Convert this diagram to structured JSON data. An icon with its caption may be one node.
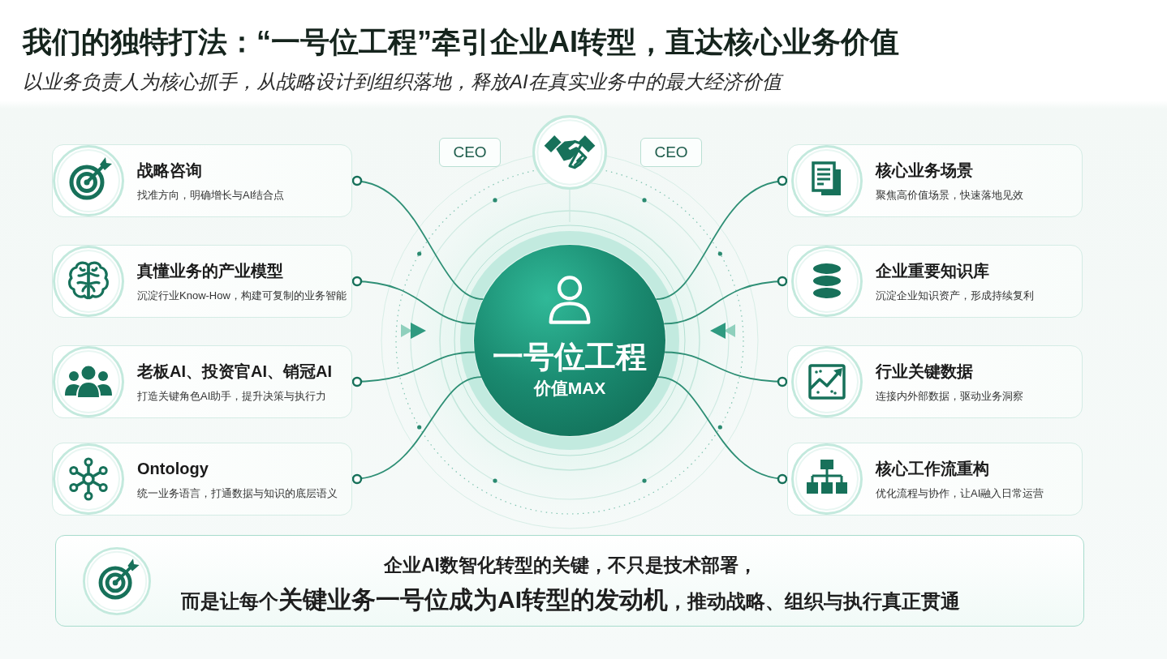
{
  "diagram": {
    "title": "我们的独特打法：“一号位工程”牵引企业AI转型，直达核心业务价值",
    "nodes": [
      {
        "text": [
          "CEO"
        ]
      },
      {
        "text": [
          "CEO"
        ]
      },
      {
        "text": [
          "战略咨询",
          "找准方向，明确增长与AI结合点"
        ]
      },
      {
        "text": [
          "真懂业务的产业模型",
          "沉淀行业Know-How，构建可复制的业务智能"
        ]
      },
      {
        "text": [
          "老板AI、投资官AI、销冠AI",
          "打造关键角色AI助手，提升决策与执行力"
        ]
      },
      {
        "text": [
          "Ontology",
          "统一业务语言，打通数据与知识的底层语义"
        ]
      },
      {
        "text": [
          "一号位工程",
          "价值MAX"
        ]
      },
      {
        "text": [
          "核心业务场景",
          "聚焦高价值场景，快速落地见效"
        ]
      },
      {
        "text": [
          "企业重要知识库",
          "沉淀企业知识资产，形成持续复利"
        ]
      },
      {
        "text": [
          "行业关键数据",
          "连接内外部数据，驱动业务洞察"
        ]
      },
      {
        "text": [
          "核心工作流重构",
          "优化流程与协作，让AI融入日常运营"
        ]
      },
      {
        "text": [
          "企业AI数智化转型的关键，不只是技术部署，",
          "而是让每个**关键业务一号位成为AI转型的发动机**，推动战略、组织与执行真正贯通"
        ]
      }
    ],
    "edges": [
      {
        "from": 2,
        "to": 6,
        "arrow": "other"
      },
      {
        "from": 3,
        "to": 6,
        "arrow": "other"
      },
      {
        "from": 4,
        "to": 6,
        "arrow": "other"
      },
      {
        "from": 5,
        "to": 6,
        "arrow": "other"
      },
      {
        "from": 7,
        "to": 6,
        "arrow": "other"
      },
      {
        "from": 8,
        "to": 6,
        "arrow": "other"
      },
      {
        "from": 9,
        "to": 6,
        "arrow": "other"
      },
      {
        "from": 10,
        "to": 6,
        "arrow": "other"
      }
    ],
    "labels": [
      "以业务负责人为核心抓手，从战略设计到组织落地，释放AI在真实业务中的最大经济价值"
    ]
  }
}
